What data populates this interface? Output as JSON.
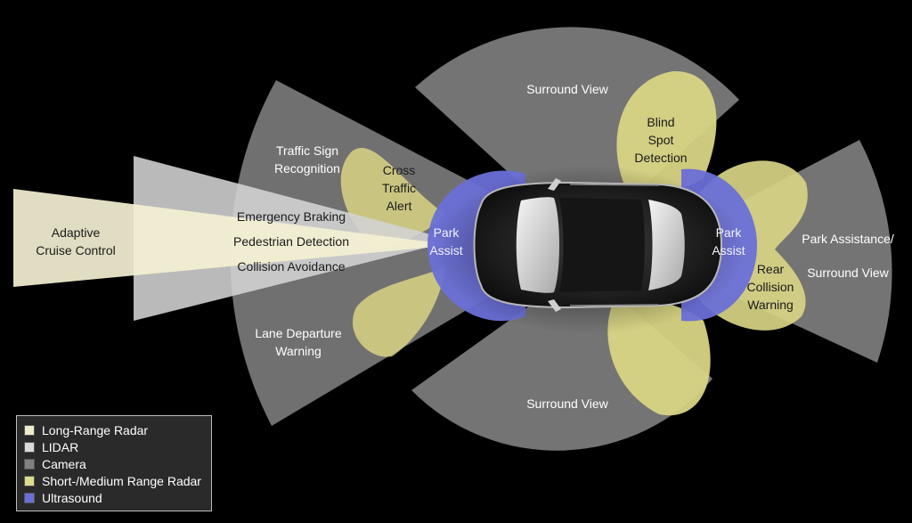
{
  "labels": {
    "adaptive_cruise": [
      "Adaptive",
      "Cruise Control"
    ],
    "traffic_sign": [
      "Traffic Sign",
      "Recognition"
    ],
    "cross_traffic": [
      "Cross",
      "Traffic",
      "Alert"
    ],
    "emergency_braking": "Emergency Braking",
    "pedestrian_detection": "Pedestrian Detection",
    "collision_avoidance": "Collision Avoidance",
    "lane_departure": [
      "Lane Departure",
      "Warning"
    ],
    "surround_view_top": "Surround View",
    "surround_view_bottom": "Surround View",
    "blind_spot": [
      "Blind",
      "Spot",
      "Detection"
    ],
    "park_assist_front": [
      "Park",
      "Assist"
    ],
    "park_assist_rear": [
      "Park",
      "Assist"
    ],
    "rear_collision": [
      "Rear",
      "Collision",
      "Warning"
    ],
    "park_assistance_surround": [
      "Park Assistance/",
      "Surround View"
    ]
  },
  "legend": {
    "items": [
      {
        "label": "Long-Range Radar",
        "color": "#efeccd"
      },
      {
        "label": "LIDAR",
        "color": "#d9d9d9"
      },
      {
        "label": "Camera",
        "color": "#808080"
      },
      {
        "label": "Short-/Medium Range Radar",
        "color": "#dedb8e"
      },
      {
        "label": "Ultrasound",
        "color": "#6a70d8"
      }
    ]
  },
  "colors": {
    "long_range_radar": "#f3f0d2",
    "lidar": "#d4d4d4",
    "camera": "#7b7b7b",
    "short_medium_radar": "#d8d484",
    "ultrasound": "#6a6fd6",
    "background": "#000000"
  }
}
